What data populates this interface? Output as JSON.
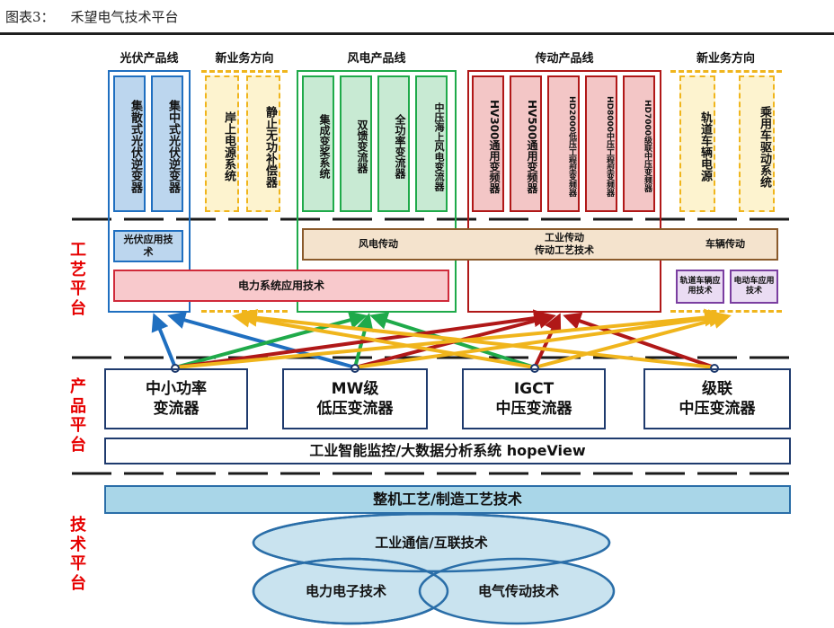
{
  "figure": {
    "number": "图表3：",
    "title": "禾望电气技术平台"
  },
  "groups": {
    "pv": {
      "title": "光伏产品线",
      "items": [
        "集散式光伏逆变器",
        "集中式光伏逆变器"
      ],
      "tech": "光伏应用技术"
    },
    "new_left": {
      "title": "新业务方向",
      "items": [
        "岸上电源系统",
        "静止无功补偿器"
      ]
    },
    "wind": {
      "title": "风电产品线",
      "items": [
        "集成变桨系统",
        "双馈变流器",
        "全功率变流器",
        "中压海上风电变流器"
      ],
      "tech": "风电传动"
    },
    "drive": {
      "title": "传动产品线",
      "items": [
        "HV300通用变频器",
        "HV500通用变频器",
        "HD2000低压工程型变频器",
        "HD8000中压工程型变频器",
        "HD7000级联中压变频器"
      ],
      "tech": "工业传动\n传动工艺技术"
    },
    "new_right": {
      "title": "新业务方向",
      "items": [
        "轨道车辆电源",
        "乘用车驱动系统"
      ],
      "tech": "车辆传动",
      "sub_left": "轨道车辆应用技术",
      "sub_right": "电动车应用技术"
    }
  },
  "power_system_tech": "电力系统应用技术",
  "layers": {
    "process": "工艺平台",
    "product": "产品平台",
    "technology": "技术平台"
  },
  "products": [
    "中小功率\n变流器",
    "MW级\n低压变流器",
    "IGCT\n中压变流器",
    "级联\n中压变流器"
  ],
  "hopeview": "工业智能监控/大数据分析系统 hopeView",
  "manufacturing": "整机工艺/制造工艺技术",
  "tech_ovals": {
    "comm": "工业通信/互联技术",
    "power_electronics": "电力电子技术",
    "drive": "电气传动技术"
  },
  "colors": {
    "blue": "#1f6fc0",
    "green": "#1faa4a",
    "red": "#b01818",
    "gold": "#f0b51c",
    "purple": "#7a3ea0",
    "brown": "#8a5a2b",
    "navy": "#1f3b6e",
    "label_red": "#e60000"
  }
}
